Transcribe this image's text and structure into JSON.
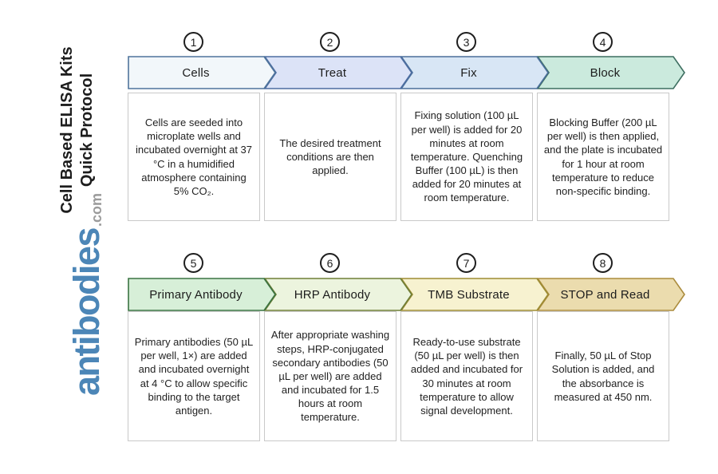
{
  "sidebar": {
    "title_line1": "Cell Based ELISA Kits",
    "title_line2": "Quick Protocol",
    "logo_text": "antibodies",
    "logo_suffix": ".com",
    "logo_color": "#4c86b7",
    "logo_suffix_color": "#9b9b9b"
  },
  "steps": [
    {
      "number": "1",
      "label": "Cells",
      "description": "Cells are seeded into microplate wells and incubated overnight at 37 °C in a humidified atmosphere containing 5% CO₂.",
      "fill": "#f2f7fa",
      "border": "#4f749c"
    },
    {
      "number": "2",
      "label": "Treat",
      "description": "The desired treatment conditions are then applied.",
      "fill": "#dce3f7",
      "border": "#4d6da1"
    },
    {
      "number": "3",
      "label": "Fix",
      "description": "Fixing solution (100 µL per well) is added for 20 minutes at room temperature. Quenching Buffer (100 µL) is then added for 20 minutes at room temperature.",
      "fill": "#d8e6f5",
      "border": "#4a6f9a"
    },
    {
      "number": "4",
      "label": "Block",
      "description": "Blocking Buffer (200 µL per well) is then applied, and the plate is incubated for 1 hour at room temperature to reduce non-specific binding.",
      "fill": "#cbeadd",
      "border": "#3d6e60"
    },
    {
      "number": "5",
      "label": "Primary Antibody",
      "description": "Primary antibodies (50 µL per well, 1×) are added and incubated overnight at 4 °C to allow specific binding to the target antigen.",
      "fill": "#d7efd8",
      "border": "#3a7342"
    },
    {
      "number": "6",
      "label": "HRP Antibody",
      "description": "After appropriate washing steps, HRP-conjugated secondary antibodies (50 µL per well) are added and incubated for 1.5 hours at room temperature.",
      "fill": "#ecf4de",
      "border": "#6e7e37"
    },
    {
      "number": "7",
      "label": "TMB Substrate",
      "description": "Ready-to-use substrate (50 µL per well) is then added and incubated for 30 minutes at room temperature to allow signal development.",
      "fill": "#f7f2d0",
      "border": "#9d8c33"
    },
    {
      "number": "8",
      "label": "STOP and Read",
      "description": "Finally, 50 µL of Stop Solution is added, and the absorbance is measured at 450 nm.",
      "fill": "#ebdcae",
      "border": "#ab8c3d"
    }
  ]
}
